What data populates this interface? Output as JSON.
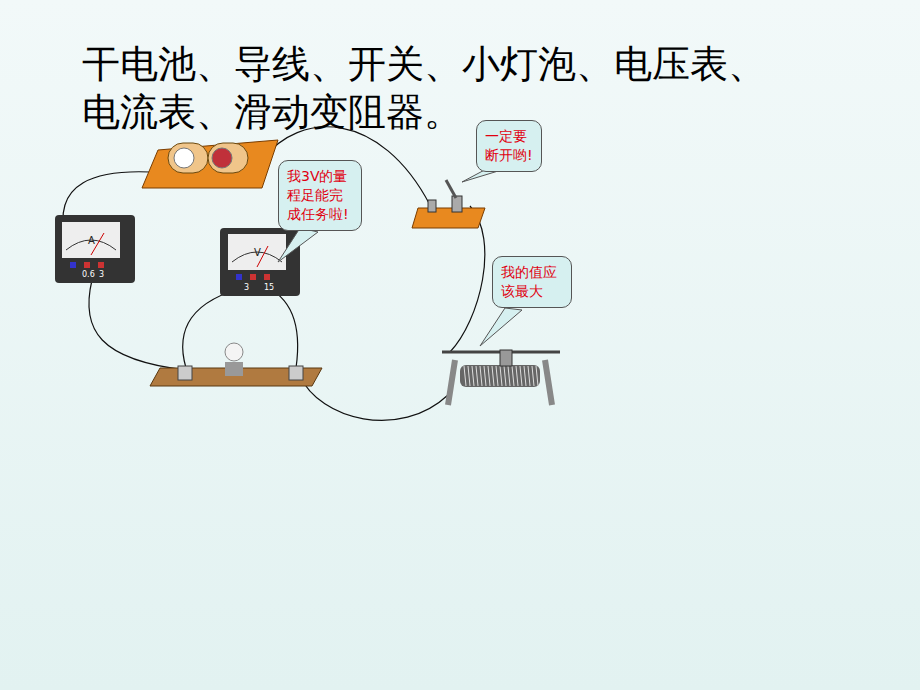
{
  "diagram": {
    "title": "干电池、导线、开关、小灯泡、电压表、电流表、滑动变阻器。",
    "nodes": [
      {
        "text": [
          "一定要断开哟!"
        ]
      },
      {
        "text": [
          "我3V的量程足能完成任务啦!"
        ]
      },
      {
        "text": [
          "我的值应该最大"
        ]
      }
    ],
    "labels": [
      "A",
      "0.6",
      "3",
      "V",
      "3",
      "15"
    ]
  }
}
